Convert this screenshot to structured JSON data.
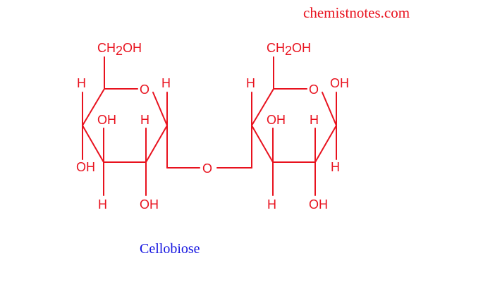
{
  "watermark": "chemistnotes.com",
  "caption": "Cellobiose",
  "colors": {
    "structure": "#e8121e",
    "caption": "#1414e0",
    "watermark": "#e8121e"
  },
  "labels": {
    "ch2": "CH",
    "sub2": "2",
    "oh_group": "OH",
    "oh": "OH",
    "h": "H",
    "o": "O"
  }
}
